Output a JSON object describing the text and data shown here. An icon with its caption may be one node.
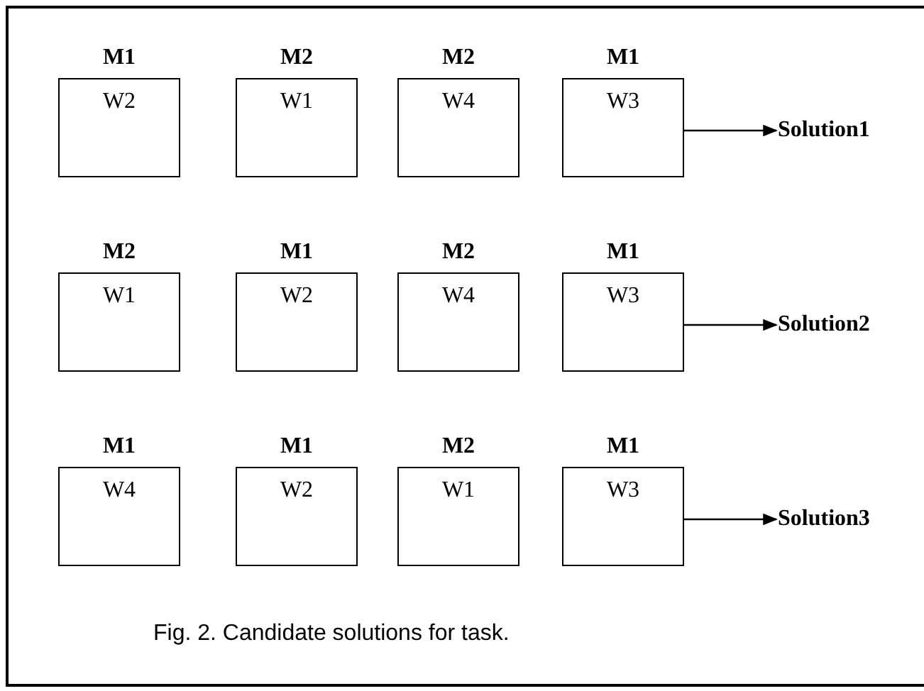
{
  "diagram": {
    "caption": "Fig. 2. Candidate solutions for task.",
    "nodes": [
      {
        "text": [
          "M1",
          "W2"
        ]
      },
      {
        "text": [
          "M2",
          "W1"
        ]
      },
      {
        "text": [
          "M2",
          "W4"
        ]
      },
      {
        "text": [
          "M1",
          "W3"
        ]
      },
      {
        "text": [
          "Solution1"
        ]
      },
      {
        "text": [
          "M2",
          "W1"
        ]
      },
      {
        "text": [
          "M1",
          "W2"
        ]
      },
      {
        "text": [
          "M2",
          "W4"
        ]
      },
      {
        "text": [
          "M1",
          "W3"
        ]
      },
      {
        "text": [
          "Solution2"
        ]
      },
      {
        "text": [
          "M1",
          "W4"
        ]
      },
      {
        "text": [
          "M1",
          "W2"
        ]
      },
      {
        "text": [
          "M2",
          "W1"
        ]
      },
      {
        "text": [
          "M1",
          "W3"
        ]
      },
      {
        "text": [
          "Solution3"
        ]
      }
    ],
    "edges": [
      {
        "from": 3,
        "to": 4,
        "arrow": "to"
      },
      {
        "from": 8,
        "to": 9,
        "arrow": "to"
      },
      {
        "from": 13,
        "to": 14,
        "arrow": "to"
      }
    ]
  }
}
